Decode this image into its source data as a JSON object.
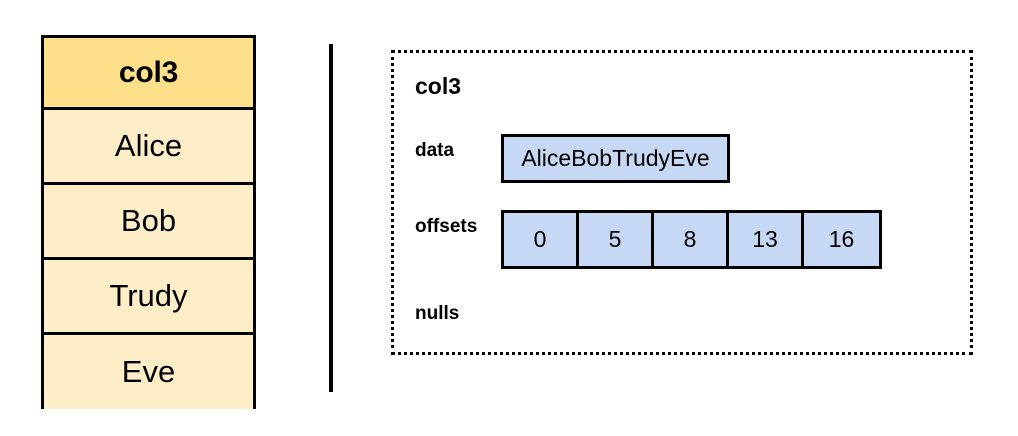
{
  "diagram": {
    "title": "col3",
    "logical_table": {
      "name": "logical-column",
      "header": "col3",
      "header_fill": "#ffe08a",
      "row_fill": "#fdeec8",
      "border_color": "#000000",
      "rows": [
        "Alice",
        "Bob",
        "Trudy",
        "Eve"
      ]
    },
    "divider": {
      "name": "vertical-divider",
      "color": "#000000"
    },
    "physical_layout": {
      "name": "columnar-memory-layout",
      "title": "col3",
      "border_style": "dotted",
      "buffer_fill": "#c7d8f5",
      "buffers": [
        {
          "label": "data",
          "kind": "single",
          "value": "AliceBobTrudyEve"
        },
        {
          "label": "offsets",
          "kind": "cells",
          "values": [
            "0",
            "5",
            "8",
            "13",
            "16"
          ]
        },
        {
          "label": "nulls",
          "kind": "empty",
          "values": []
        }
      ]
    }
  }
}
